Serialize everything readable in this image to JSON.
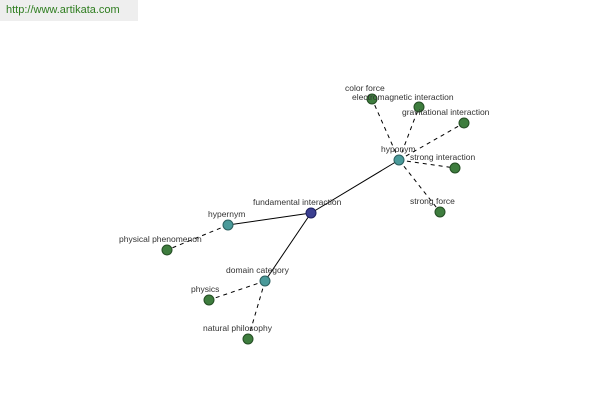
{
  "header": {
    "url": "http://www.artikata.com"
  },
  "graph": {
    "nodes": [
      {
        "id": "fundamental-interaction",
        "label": "fundamental interaction",
        "kind": "center"
      },
      {
        "id": "hyponym",
        "label": "hyponym",
        "kind": "relation"
      },
      {
        "id": "hypernym",
        "label": "hypernym",
        "kind": "relation"
      },
      {
        "id": "domain-category",
        "label": "domain category",
        "kind": "relation"
      },
      {
        "id": "color-force",
        "label": "color force",
        "kind": "term"
      },
      {
        "id": "electromagnetic-interaction",
        "label": "electromagnetic interaction",
        "kind": "term"
      },
      {
        "id": "gravitational-interaction",
        "label": "gravitational interaction",
        "kind": "term"
      },
      {
        "id": "strong-interaction",
        "label": "strong interaction",
        "kind": "term"
      },
      {
        "id": "strong-force",
        "label": "strong force",
        "kind": "term"
      },
      {
        "id": "physical-phenomenon",
        "label": "physical phenomenon",
        "kind": "term"
      },
      {
        "id": "physics",
        "label": "physics",
        "kind": "term"
      },
      {
        "id": "natural-philosophy",
        "label": "natural philosophy",
        "kind": "term"
      }
    ],
    "edges": [
      {
        "from": "fundamental-interaction",
        "to": "hyponym",
        "style": "solid"
      },
      {
        "from": "fundamental-interaction",
        "to": "hypernym",
        "style": "solid"
      },
      {
        "from": "fundamental-interaction",
        "to": "domain-category",
        "style": "solid"
      },
      {
        "from": "hyponym",
        "to": "color-force",
        "style": "dashed"
      },
      {
        "from": "hyponym",
        "to": "electromagnetic-interaction",
        "style": "dashed"
      },
      {
        "from": "hyponym",
        "to": "gravitational-interaction",
        "style": "dashed"
      },
      {
        "from": "hyponym",
        "to": "strong-interaction",
        "style": "dashed"
      },
      {
        "from": "hyponym",
        "to": "strong-force",
        "style": "dashed"
      },
      {
        "from": "hypernym",
        "to": "physical-phenomenon",
        "style": "dashed"
      },
      {
        "from": "domain-category",
        "to": "physics",
        "style": "dashed"
      },
      {
        "from": "domain-category",
        "to": "natural-philosophy",
        "style": "dashed"
      }
    ]
  },
  "colors": {
    "center": "#3b3f91",
    "relation": "#4a9a9a",
    "term": "#3e7d3e",
    "url": "#2e7d1f"
  }
}
